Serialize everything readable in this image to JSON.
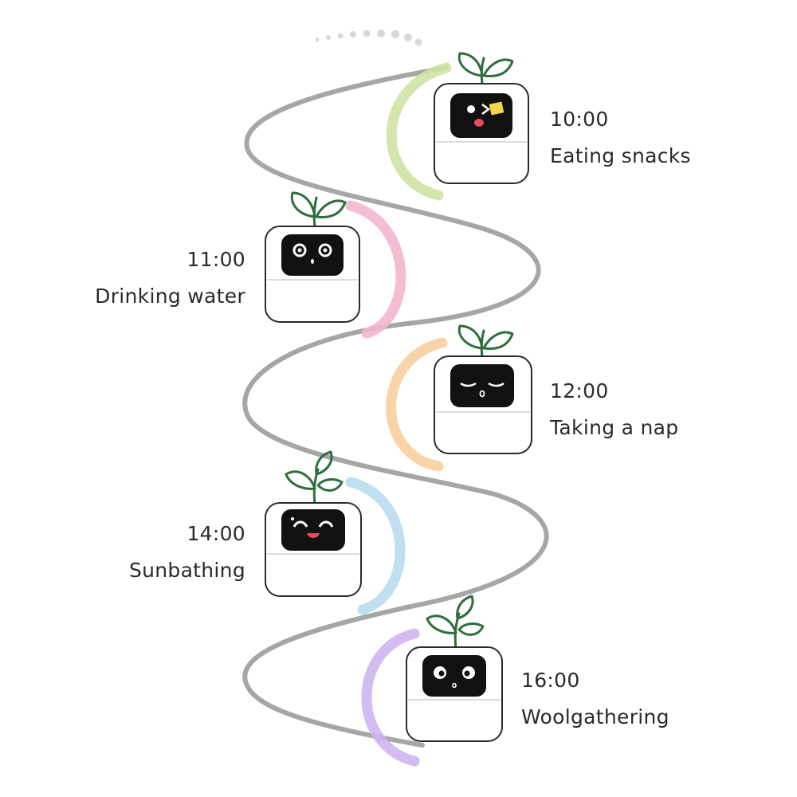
{
  "timeline": {
    "entries": [
      {
        "time": "10:00",
        "activity": "Eating snacks",
        "face": "wink-snack",
        "arc_color": "#cfe3a3"
      },
      {
        "time": "11:00",
        "activity": "Drinking water",
        "face": "surprised",
        "arc_color": "#f4b6cf"
      },
      {
        "time": "12:00",
        "activity": "Taking a nap",
        "face": "sleeping",
        "arc_color": "#f8cfa0"
      },
      {
        "time": "14:00",
        "activity": "Sunbathing",
        "face": "happy",
        "arc_color": "#b9ddf0"
      },
      {
        "time": "16:00",
        "activity": "Woolgathering",
        "face": "dazed",
        "arc_color": "#cdb5ef"
      }
    ]
  },
  "colors": {
    "path": "#a6a6a6",
    "dots": "#d8d8d8",
    "leaf_stroke": "#2f6e3c",
    "screen": "#111111",
    "pot_stroke": "#2b2b2b",
    "snack": "#f5d64a",
    "tongue": "#e84a5f"
  }
}
